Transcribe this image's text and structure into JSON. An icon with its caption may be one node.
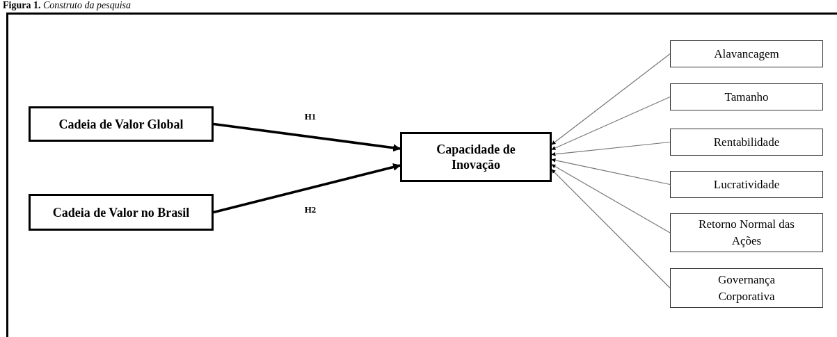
{
  "diagram": {
    "title": "**Figura 1.** *Construto da pesquisa*",
    "nodes": [
      {
        "text": [
          "Cadeia de Valor Global"
        ]
      },
      {
        "text": [
          "Cadeia de Valor no Brasil"
        ]
      },
      {
        "text": [
          "Capacidade de Inovação"
        ]
      },
      {
        "text": [
          "Alavancagem"
        ]
      },
      {
        "text": [
          "Tamanho"
        ]
      },
      {
        "text": [
          "Rentabilidade"
        ]
      },
      {
        "text": [
          "Lucratividade"
        ]
      },
      {
        "text": [
          "Retorno Normal das Ações"
        ]
      },
      {
        "text": [
          "Governança Corporativa"
        ]
      }
    ],
    "edges": [
      {
        "from": 0,
        "to": 2,
        "arrow": "to",
        "label": "H1",
        "style": "thick",
        "color": "#000000"
      },
      {
        "from": 1,
        "to": 2,
        "arrow": "to",
        "label": "H2",
        "style": "thick",
        "color": "#000000"
      },
      {
        "from": 3,
        "to": 2,
        "arrow": "to"
      },
      {
        "from": 4,
        "to": 2,
        "arrow": "to"
      },
      {
        "from": 5,
        "to": 2,
        "arrow": "to"
      },
      {
        "from": 6,
        "to": 2,
        "arrow": "to"
      },
      {
        "from": 7,
        "to": 2,
        "arrow": "to"
      },
      {
        "from": 8,
        "to": 2,
        "arrow": "to"
      }
    ]
  }
}
